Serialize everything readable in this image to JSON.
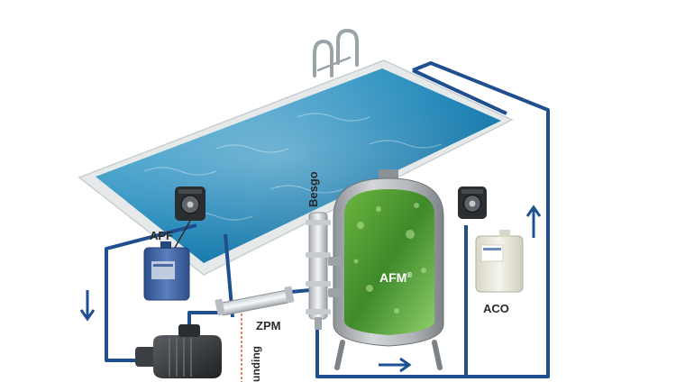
{
  "labels": {
    "apf": "APF",
    "besgo": "Besgo",
    "afm": "AFM",
    "afm_mark": "®",
    "zpm": "ZPM",
    "aco": "ACO",
    "grounding": "unding"
  },
  "icons": {
    "pool": "swimming-pool",
    "ladder": "pool-ladder",
    "dosing_pump": "peristaltic-dosing-pump",
    "canister": "chemical-canister",
    "filter": "sand-filter-tank",
    "valve": "multiport-valve",
    "flocculator": "static-mixer-tube",
    "circulation_pump": "circulation-pump",
    "arrow": "flow-direction-arrow"
  },
  "colors": {
    "pipe": "#1f4f8f",
    "arrow": "#1f4f93",
    "water": "#1f86b8",
    "media": "#4f9a2f",
    "apf_liquid": "#3b63a8",
    "aco_liquid": "#ecebdc",
    "grounding_line": "#e35b2a"
  }
}
